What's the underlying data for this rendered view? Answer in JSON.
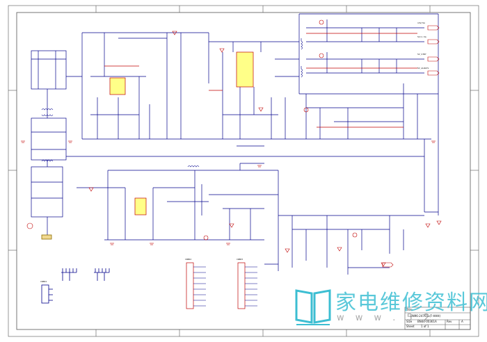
{
  "sheet": {
    "title_block": {
      "title_label": "Title",
      "part_number": "BN96-24761L(F-HHH)",
      "size_label": "Size",
      "drawing_number": "BN44-00361A",
      "rev_label": "Rev",
      "rev_value": "A",
      "sheet_label": "Sheet",
      "sheet_value": "1 of 1"
    },
    "top_right_labels": [
      "13V/5A",
      "5V/1.5A",
      "5V_STBY",
      "5V_ALWAYS"
    ],
    "connector_labels": [
      "CN802",
      "CN803",
      "CN804"
    ]
  },
  "watermark": {
    "chinese_text": "家电维修资料网",
    "url_text": "w w w . 5 2"
  },
  "colors": {
    "wire": "#00008b",
    "component": "#c00000",
    "ic_fill": "#ffff88",
    "border": "#555555",
    "watermark": "#3cbed2"
  }
}
